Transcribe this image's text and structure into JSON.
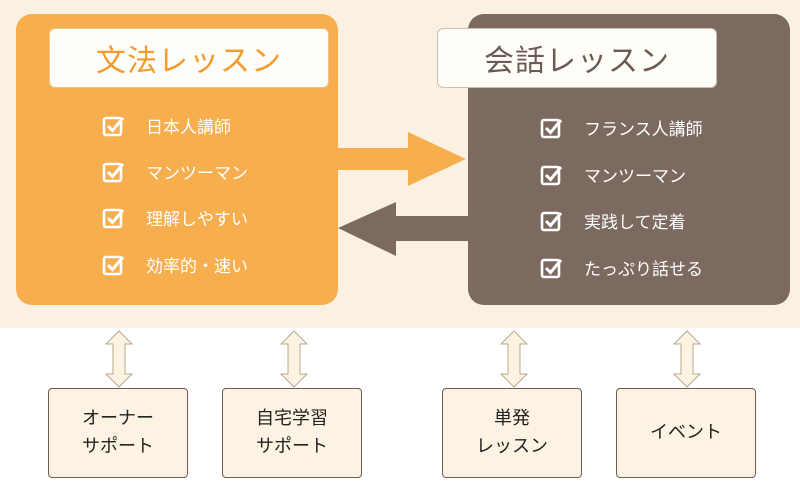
{
  "grammar": {
    "title": "文法レッスン",
    "items": [
      "日本人講師",
      "マンツーマン",
      "理解しやすい",
      "効率的・速い"
    ]
  },
  "conversation": {
    "title": "会話レッスン",
    "items": [
      "フランス人講師",
      "マンツーマン",
      "実践して定着",
      "たっぷり話せる"
    ]
  },
  "bottom": [
    {
      "line1": "オーナー",
      "line2": "サポート"
    },
    {
      "line1": "自宅学習",
      "line2": "サポート"
    },
    {
      "line1": "単発",
      "line2": "レッスン"
    },
    {
      "line1": "イベント",
      "line2": ""
    }
  ],
  "colors": {
    "grammar_bg": "#f7ae4e",
    "conversation_bg": "#7c6960",
    "band_bg": "#faf1e3",
    "box_bg": "#fcf3e3"
  }
}
